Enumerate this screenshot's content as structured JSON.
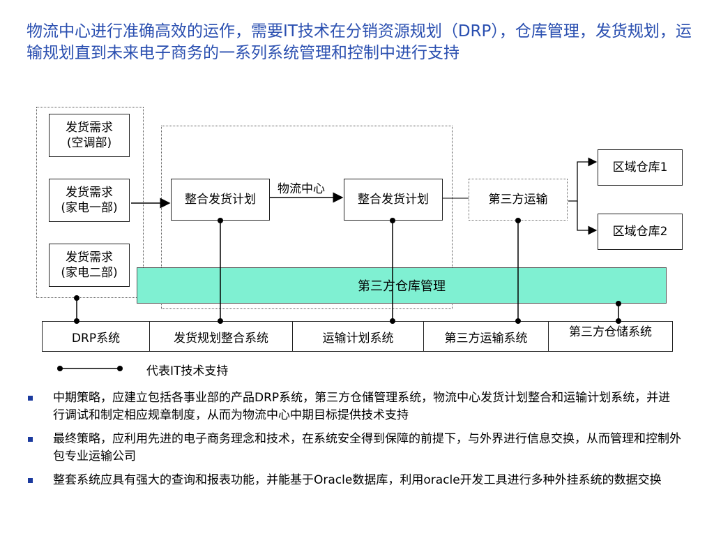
{
  "title": "物流中心进行准确高效的运作，需要IT技术在分销资源规划（DRP），仓库管理，发货规划，运输规划直到未来电子商务的一系列系统管理和控制中进行支持",
  "demand": [
    {
      "line1": "发货需求",
      "line2": "(空调部)"
    },
    {
      "line1": "发货需求",
      "line2": "(家电一部)"
    },
    {
      "line1": "发货需求",
      "line2": "(家电二部)"
    }
  ],
  "plan_left": "整合发货计划",
  "logistics_center": "物流中心",
  "plan_right": "整合发货计划",
  "third_party_transport": "第三方运输",
  "regional_warehouses": [
    "区域仓库1",
    "区域仓库2"
  ],
  "warehouse_mgmt": "第三方仓库管理",
  "systems": [
    "DRP系统",
    "发货规划整合系统",
    "运输计划系统",
    "第三方运输系统",
    "第三方仓储系统"
  ],
  "legend": "代表IT技术支持",
  "bullets": [
    "中期策略，应建立包括各事业部的产品DRP系统，第三方仓储管理系统，物流中心发货计划整合和运输计划系统，并进行调试和制定相应规章制度，从而为物流中心中期目标提供技术支持",
    "最终策略，应利用先进的电子商务理念和技术，在系统安全得到保障的前提下，与外界进行信息交换，从而管理和控制外包专业运输公司",
    "整套系统应具有强大的查询和报表功能，并能基于Oracle数据库，利用oracle开发工具进行多种外挂系统的数据交换"
  ],
  "colors": {
    "title": "#2a4fb0",
    "warehouse_fill": "#7ff0d2",
    "bullet": "#1b3a9e"
  }
}
